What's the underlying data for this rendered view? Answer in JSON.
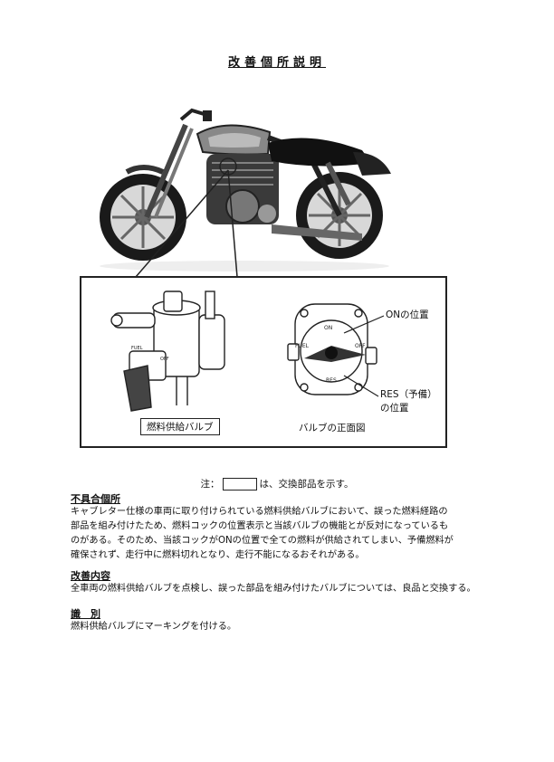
{
  "title": "改善個所説明",
  "labels": {
    "on_position": "ONの位置",
    "res_position_line1": "RES（予備）",
    "res_position_line2": "の位置",
    "valve_name": "燃料供給バルブ",
    "valve_front_view": "バルブの正面図",
    "valve_marks": {
      "on": "ON",
      "fuel": "FUEL",
      "off": "OFF",
      "res": "RES"
    }
  },
  "note": {
    "prefix": "注：",
    "suffix": "は、交換部品を示す。"
  },
  "sections": [
    {
      "heading": "不具合個所",
      "lines": [
        "キャブレター仕様の車両に取り付けられている燃料供給バルブにおいて、誤った燃料経路の",
        "部品を組み付けたため、燃料コックの位置表示と当該バルブの機能とが反対になっているも",
        "のがある。そのため、当該コックがONの位置で全ての燃料が供給されてしまい、予備燃料が",
        "確保されず、走行中に燃料切れとなり、走行不能になるおそれがある。"
      ]
    },
    {
      "heading": "改善内容",
      "lines": [
        "全車両の燃料供給バルブを点検し、誤った部品を組み付けたバルブについては、良品と交換する。"
      ]
    },
    {
      "heading": "識　別",
      "lines": [
        "燃料供給バルブにマーキングを付ける。"
      ]
    }
  ]
}
